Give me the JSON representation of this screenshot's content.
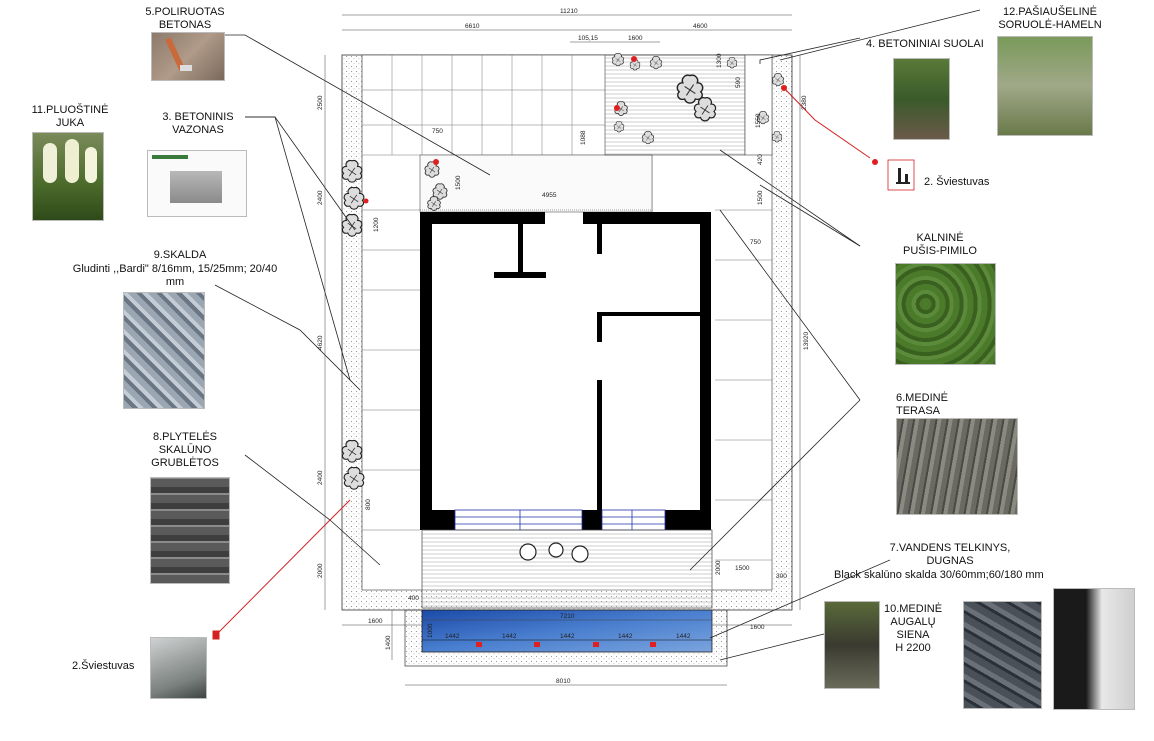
{
  "labels": {
    "polished_concrete": "5.POLIRUOTAS\nBETONAS",
    "yucca": "11.PLUOŠTINĖ\nJUKA",
    "planter": "3. BETONINIS\nVAZONAS",
    "gravel_title": "9.SKALDA",
    "gravel_desc": "Gludinti ,,Bardi\" 8/16mm, 15/25mm; 20/40\nmm",
    "tiles": "8.PLYTELĖS\nSKALŪNO\nGRUBLĖTOS",
    "light_left": "2.Šviestuvas",
    "benches": "4. BETONINIAI SUOLAI",
    "grass": "12.PAŠIAUŠELINĖ\nSORUOLĖ-HAMELN",
    "light_right": "2. Šviestuvas",
    "pine": "KALNINĖ\nPUŠIS-PIMILO",
    "deck": "6.MEDINĖ\nTERASA",
    "pond_title": "7.VANDENS TELKINYS,\nDUGNAS",
    "pond_desc": "Black skalūno skalda 30/60mm;60/180 mm",
    "wall": "10.MEDINĖ\nAUGALŲ\nSIENA\nH 2200"
  },
  "dimensions": {
    "top_total": "11210",
    "top_left": "6610",
    "top_right": "4600",
    "small_105": "105,15",
    "d1600": "1600",
    "d750a": "750",
    "d1500": "1500",
    "d4955": "4955",
    "d1088": "1088",
    "d2500": "2500",
    "d2400a": "2400",
    "d1200": "1200",
    "d4620": "4620",
    "d2400b": "2400",
    "d800": "800",
    "d2000a": "2000",
    "d400": "400",
    "d1600b": "1600",
    "d1400": "1400",
    "d1000": "1000",
    "d7210": "7210",
    "d1442": [
      "1442",
      "1442",
      "1442",
      "1442",
      "1442"
    ],
    "d8010": "8010",
    "d1600c": "1600",
    "d13920": "13920",
    "d2000b": "2000",
    "d1500b": "1500",
    "d300": "300",
    "d750b": "750",
    "d1500c": "1500",
    "d420": "420",
    "d1550": "1550",
    "d2380": "2380",
    "d590": "590",
    "d1300": "1300"
  },
  "colors": {
    "wall": "#000000",
    "pond": "#2a5fb8",
    "leader_red": "#d42020",
    "lamp_red": "#e02020",
    "gravel_border": "#f2f2f2"
  }
}
